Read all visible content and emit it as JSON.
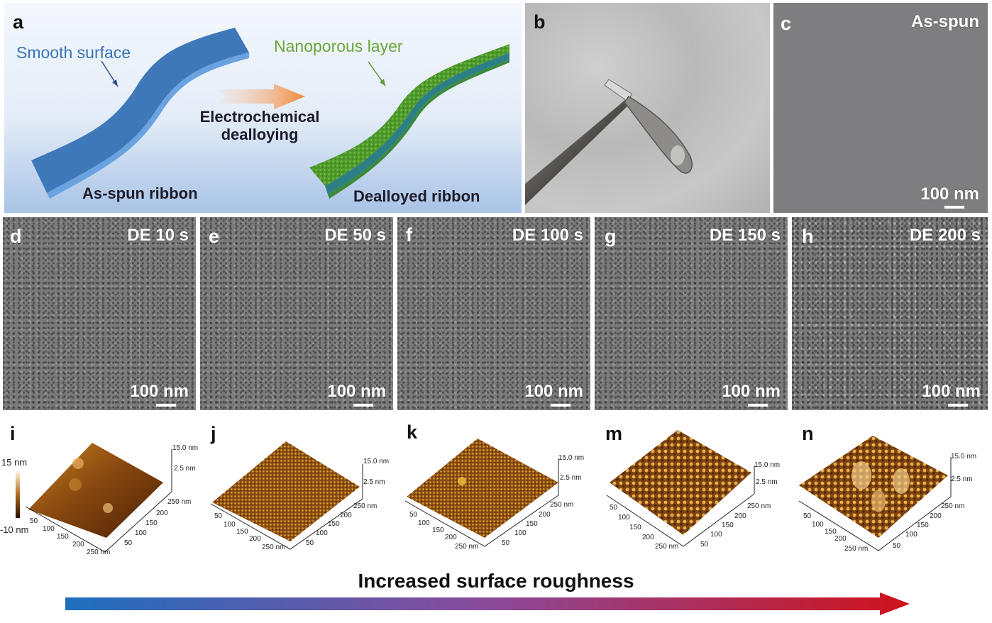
{
  "figure": {
    "panels": {
      "a": {
        "label": "a",
        "smooth_surface": "Smooth surface",
        "nanoporous_layer": "Nanoporous layer",
        "process_line1": "Electrochemical",
        "process_line2": "dealloying",
        "as_spun_ribbon": "As-spun ribbon",
        "dealloyed_ribbon": "Dealloyed ribbon",
        "colors": {
          "ribbon_blue": "#3f78b9",
          "nanoporous_green": "#5da232",
          "arrow_orange": "#f0883a"
        }
      },
      "b": {
        "label": "b"
      },
      "c": {
        "label": "c",
        "condition": "As-spun",
        "scale": "100 nm"
      },
      "sem": [
        {
          "label": "d",
          "condition": "DE 10 s",
          "scale": "100 nm"
        },
        {
          "label": "e",
          "condition": "DE 50 s",
          "scale": "100 nm"
        },
        {
          "label": "f",
          "condition": "DE 100 s",
          "scale": "100 nm"
        },
        {
          "label": "g",
          "condition": "DE 150 s",
          "scale": "100 nm"
        },
        {
          "label": "h",
          "condition": "DE 200 s",
          "scale": "100 nm"
        }
      ],
      "afm": [
        {
          "label": "i",
          "colorbar_max": "15 nm",
          "colorbar_min": "-10 nm",
          "z_top": "15.0 nm",
          "z_mid": "2.5 nm",
          "x_ticks": [
            "50",
            "100",
            "150",
            "200",
            "250 nm"
          ],
          "y_ticks": [
            "50",
            "100",
            "150",
            "200",
            "250 nm"
          ]
        },
        {
          "label": "j",
          "z_top": "15.0 nm",
          "z_mid": "2.5 nm",
          "x_ticks": [
            "50",
            "100",
            "150",
            "200",
            "250 nm"
          ],
          "y_ticks": [
            "50",
            "100",
            "150",
            "200",
            "250 nm"
          ]
        },
        {
          "label": "k",
          "z_top": "15.0 nm",
          "z_mid": "2.5 nm",
          "x_ticks": [
            "50",
            "100",
            "150",
            "200",
            "250 nm"
          ],
          "y_ticks": [
            "50",
            "100",
            "150",
            "200",
            "250 nm"
          ]
        },
        {
          "label": "m",
          "z_top": "15.0 nm",
          "z_mid": "2.5 nm",
          "x_ticks": [
            "50",
            "100",
            "150",
            "200",
            "250 nm"
          ],
          "y_ticks": [
            "50",
            "100",
            "150",
            "200",
            "250 nm"
          ]
        },
        {
          "label": "n",
          "z_top": "15.0 nm",
          "z_mid": "2.5 nm",
          "x_ticks": [
            "50",
            "100",
            "150",
            "200",
            "250 nm"
          ],
          "y_ticks": [
            "50",
            "100",
            "150",
            "200",
            "250 nm"
          ]
        }
      ]
    },
    "trend": {
      "label": "Increased surface roughness",
      "gradient_start": "#1f6fbf",
      "gradient_mid": "#8a4a9a",
      "gradient_end": "#d0121c"
    }
  }
}
